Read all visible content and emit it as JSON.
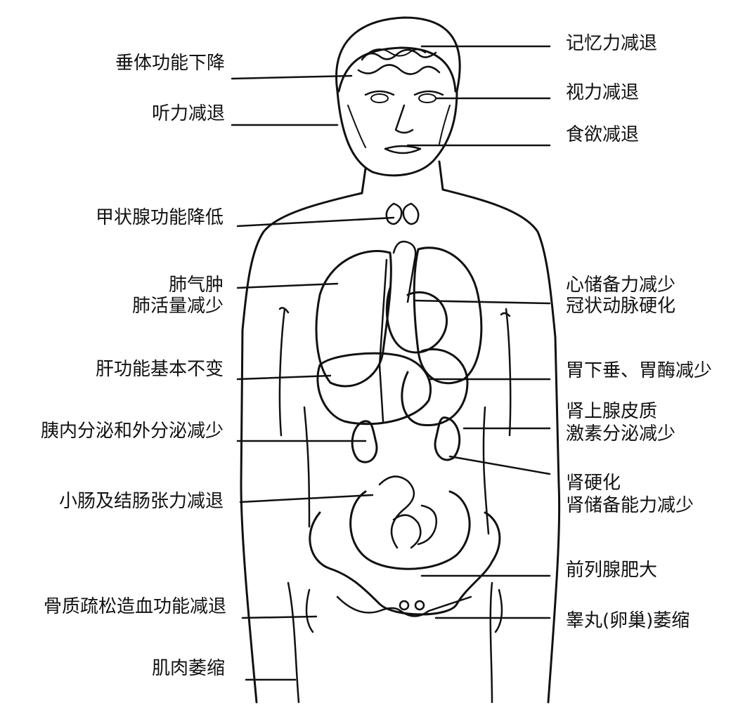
{
  "labels": {
    "left": [
      "垂体功能下降",
      "听力减退",
      "甲状腺功能降低",
      "肺气肿",
      "肺活量减少",
      "肝功能基本不变",
      "胰内分泌和外分泌减少",
      "小肠及结肠张力减退",
      "骨质疏松造血功能减退",
      "肌肉萎缩"
    ],
    "right": [
      "记忆力减退",
      "视力减退",
      "食欲减退",
      "心储备力减少",
      "冠状动脉硬化",
      "胃下垂、胃酶减少",
      "肾上腺皮质",
      "激素分泌减少",
      "肾硬化",
      "肾储备能力减少",
      "前列腺肥大",
      "睾丸(卵巢)萎缩"
    ]
  },
  "colors": {
    "ink": "#111111",
    "background": "#ffffff"
  }
}
